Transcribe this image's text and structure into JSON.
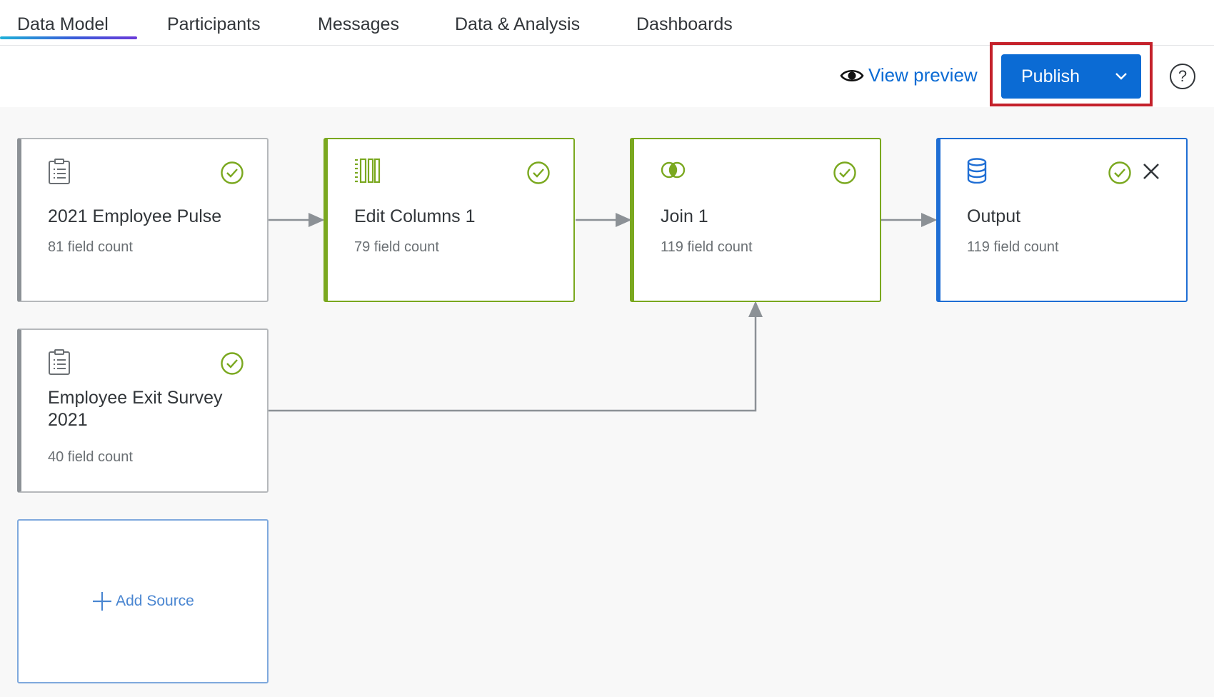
{
  "tabs": [
    {
      "label": "Data Model",
      "active": true
    },
    {
      "label": "Participants"
    },
    {
      "label": "Messages"
    },
    {
      "label": "Data & Analysis"
    },
    {
      "label": "Dashboards"
    }
  ],
  "toolbar": {
    "view_preview": "View preview",
    "publish": "Publish",
    "help": "?"
  },
  "cards": {
    "pulse": {
      "title": "2021 Employee Pulse",
      "sub": "81 field count",
      "icon": "survey-clipboard-icon"
    },
    "edit": {
      "title": "Edit Columns 1",
      "sub": "79 field count",
      "icon": "columns-icon"
    },
    "join": {
      "title": "Join 1",
      "sub": "119 field count",
      "icon": "join-circles-icon"
    },
    "output": {
      "title": "Output",
      "sub": "119 field count",
      "icon": "database-icon"
    },
    "exit": {
      "title": "Employee Exit Survey 2021",
      "sub": "40 field count",
      "icon": "survey-clipboard-icon"
    }
  },
  "add_source": "Add Source",
  "colors": {
    "accent_blue": "#0b6bd4",
    "success_green": "#7aa81f",
    "highlight_red": "#c4212b"
  }
}
